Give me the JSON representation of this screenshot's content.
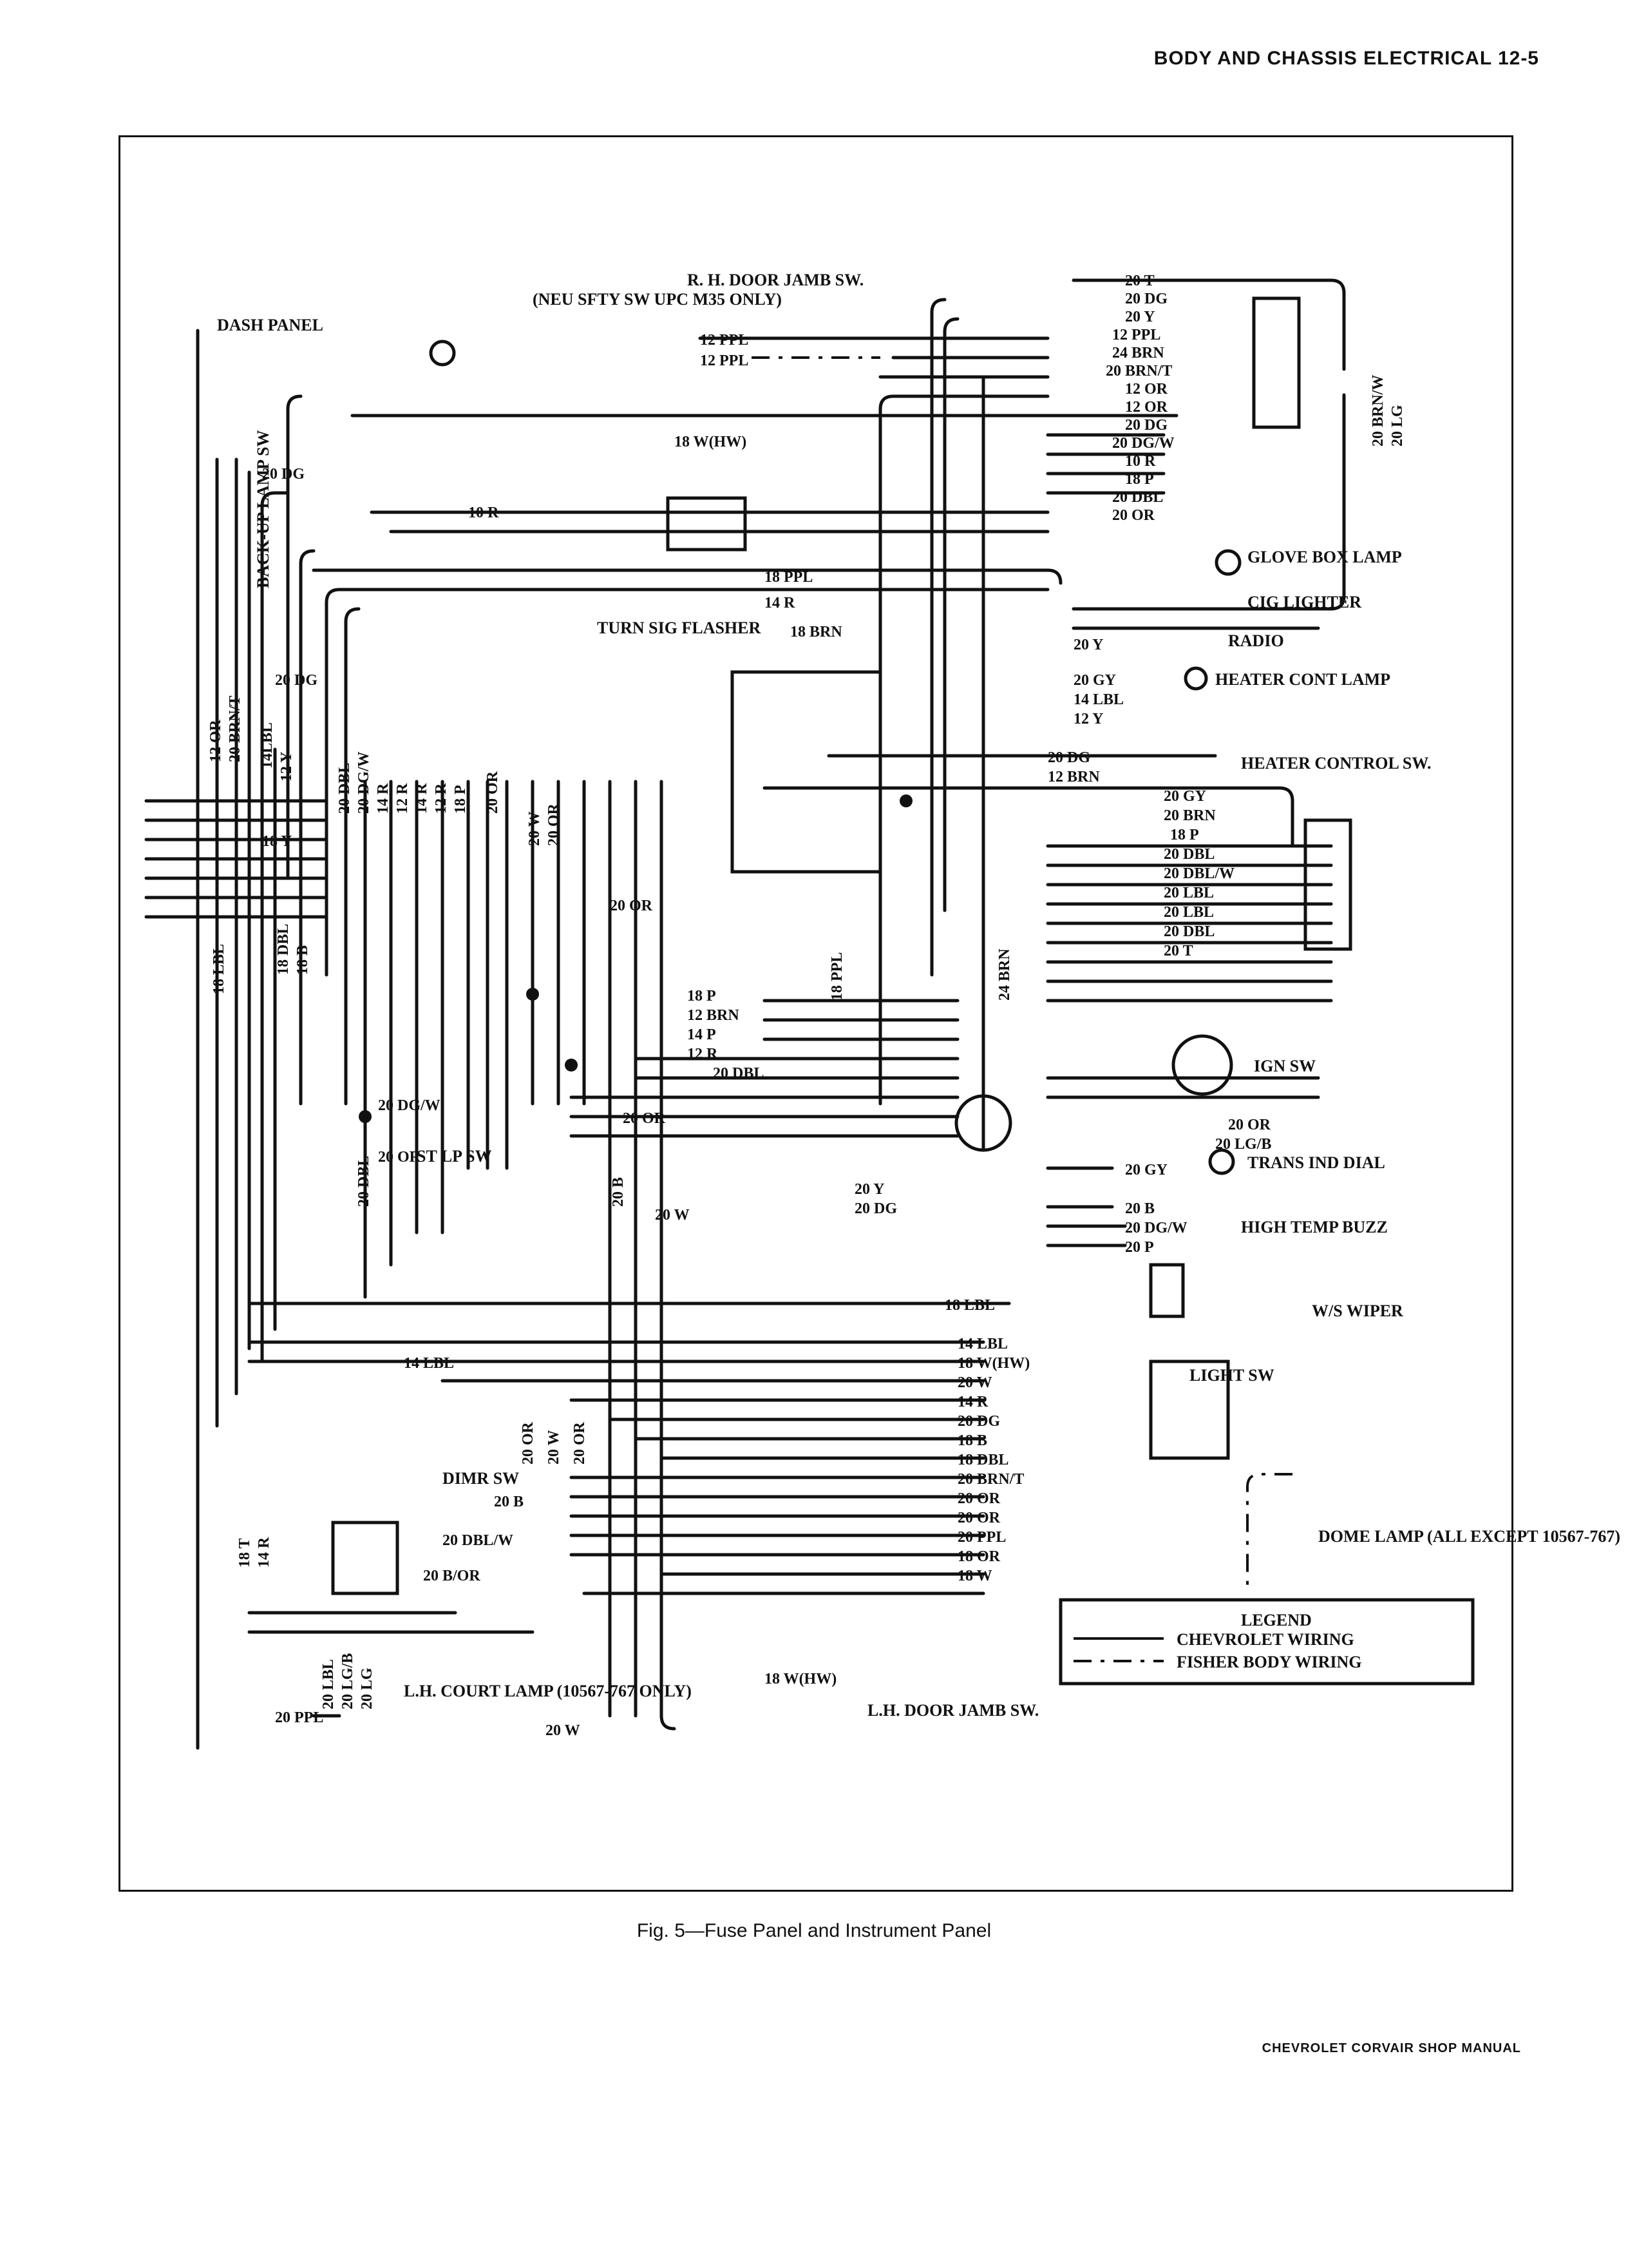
{
  "header": {
    "title": "BODY AND CHASSIS ELECTRICAL 12-5"
  },
  "caption": "Fig. 5—Fuse Panel and Instrument Panel",
  "footer": "CHEVROLET CORVAIR SHOP MANUAL",
  "legend": {
    "title": "LEGEND",
    "items": [
      {
        "label": "CHEVROLET WIRING",
        "style": "solid"
      },
      {
        "label": "FISHER BODY WIRING",
        "style": "dash-dot"
      }
    ]
  },
  "components": {
    "dash_panel": "DASH PANEL",
    "neu_sfty": "(NEU SFTY SW UPC M35 ONLY)",
    "rh_door": "R. H. DOOR JAMB SW.",
    "backup_lamp": "BACK-UP LAMP SW",
    "turn_sig": "TURN SIG FLASHER",
    "glove_box": "GLOVE BOX LAMP",
    "cig_lighter": "CIG LIGHTER",
    "radio": "RADIO",
    "heater_cont_lamp": "HEATER CONT LAMP",
    "heater_control_sw": "HEATER CONTROL SW.",
    "ign_sw": "IGN SW",
    "trans_ind": "TRANS IND DIAL",
    "high_temp": "HIGH TEMP BUZZ",
    "ws_wiper": "W/S WIPER",
    "light_sw": "LIGHT SW",
    "dome_lamp": "DOME LAMP (ALL EXCEPT 10567-767)",
    "st_lp_sw": "ST LP SW",
    "dimr_sw": "DIMR SW",
    "lh_court": "L.H. COURT LAMP (10567-767 ONLY)",
    "lh_door": "L.H. DOOR JAMB SW."
  },
  "wire_labels": {
    "top_right_bundle": [
      "20 T",
      "20 DG",
      "20 Y",
      "12 PPL",
      "24 BRN",
      "20 BRN/T",
      "12 OR",
      "12 OR",
      "20 DG",
      "20 DG/W",
      "10 R",
      "18 P",
      "20 DBL",
      "20 OR"
    ],
    "neu_sfty_wires": [
      "12 PPL",
      "12 PPL"
    ],
    "hw_wire": "18 W(HW)",
    "left_bundle_vertical": [
      "20 DBL",
      "20 DG/W",
      "14 R",
      "12 R",
      "14 R",
      "12 R",
      "18 P",
      "20 OR",
      "20 W",
      "20 OR"
    ],
    "left_misc": [
      "20 DG",
      "10 R",
      "20 DG",
      "12 OR",
      "20 BRN/T",
      "14LBL",
      "12 Y",
      "18 Y",
      "18 LBL",
      "18 DBL",
      "18 B"
    ],
    "flasher_wires": [
      "18 PPL",
      "14 R",
      "18 BRN"
    ],
    "right_mid": [
      "20 Y",
      "20 GY",
      "14 LBL",
      "12 Y",
      "20 DG",
      "12 BRN"
    ],
    "fuse_block_lower": [
      "20 GY",
      "20 BRN",
      "18 P",
      "20 DBL",
      "20 DBL/W",
      "20 LBL",
      "20 LBL",
      "20 DBL",
      "20 T"
    ],
    "center": [
      "20 OR",
      "18 P",
      "12 BRN",
      "14 P",
      "12 R",
      "20 DBL",
      "20 OR",
      "24 BRN",
      "18 PPL"
    ],
    "ign_area": [
      "20 OR",
      "20 LG/B"
    ],
    "lower_center": [
      "20 DG/W",
      "20 OR",
      "20 DBL",
      "20 B",
      "20 W",
      "20 Y",
      "20 DG",
      "20 GY",
      "20 B",
      "20 DG/W",
      "20 P"
    ],
    "lower_bundle": [
      "18 LBL",
      "14 LBL",
      "18 W(HW)",
      "20 W",
      "14 R",
      "20 DG",
      "18 B",
      "18 DBL",
      "20 BRN/T",
      "20 OR",
      "20 OR",
      "20 PPL",
      "18 OR",
      "18 W"
    ],
    "lower_left": [
      "14 LBL",
      "20 OR",
      "20 W",
      "20 OR",
      "20 B",
      "20 DBL/W",
      "18 T",
      "14 R",
      "20 LBL",
      "20 LG/B",
      "20 LG",
      "20 PPL",
      "20 B/OR",
      "20 W",
      "18 W(HW)"
    ],
    "top_right_vertical": [
      "20 BRN/W",
      "20 LG"
    ]
  }
}
